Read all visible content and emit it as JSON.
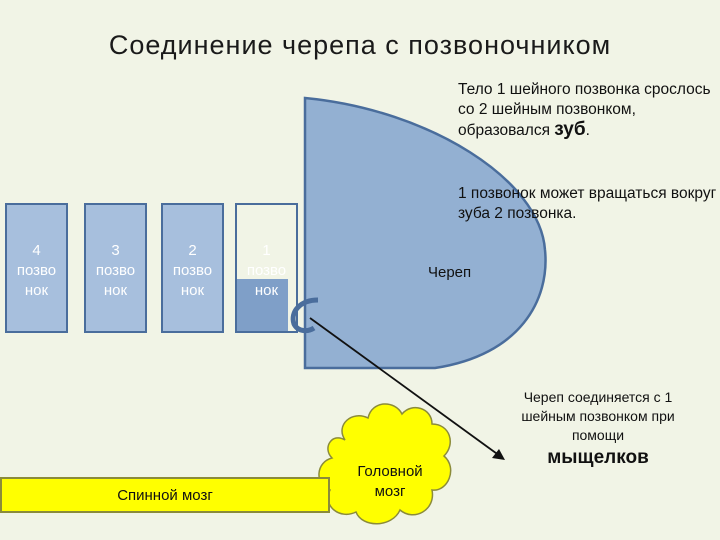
{
  "title": "Соединение черепа с позвоночником",
  "note1": {
    "text": "Тело 1 шейного позвонка срослось со 2 шейным позвонком, образовался ",
    "emph": "зуб",
    "tail": "."
  },
  "note2": "1 позвонок может вращаться вокруг зуба 2 позвонка.",
  "note3": {
    "text": "Череп соединяется с 1 шейным позвонком при помощи",
    "emph": "мыщелков"
  },
  "skull_label": "Череп",
  "vertebrae": [
    {
      "num": "4",
      "w1": "позво",
      "w2": "нок"
    },
    {
      "num": "3",
      "w1": "позво",
      "w2": "нок"
    },
    {
      "num": "2",
      "w1": "позво",
      "w2": "нок"
    },
    {
      "num": "1",
      "w1": "позво",
      "w2": "нок"
    }
  ],
  "spinal_cord": "Спинной мозг",
  "brain": {
    "line1": "Головной",
    "line2": "мозг"
  },
  "colors": {
    "vertebra_fill": "#a7bfdd",
    "skull_fill": "#93b0d2",
    "outline": "#4a6d9c",
    "cord_fill": "#ffff00",
    "brain_fill": "#ffff00"
  }
}
